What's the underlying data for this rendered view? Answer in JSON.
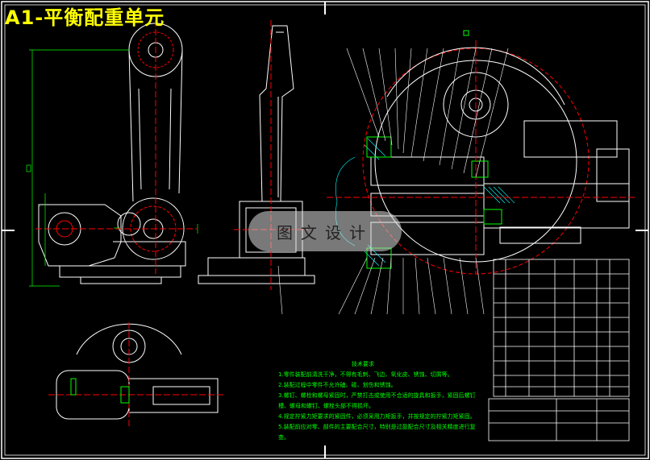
{
  "drawing": {
    "title": "A1-平衡配重单元",
    "watermark": "图文设计",
    "tech_requirements": {
      "heading": "技术要求",
      "items": [
        "1.零件装配前清洗干净，不得有毛刺、飞边、氧化皮、锈蚀、切屑等。",
        "2.装配过程中零件不允许磕、碰、划伤和锈蚀。",
        "3.螺钉、螺栓和螺母紧固时，严禁打击或使用不合适的旋具和扳手，紧固后螺钉槽、螺母和螺钉、螺栓头部不得损坏。",
        "4.规定拧紧力矩要求的紧固件，必须采用力矩扳手，并按规定的拧紧力矩紧固。",
        "5.装配前应对零、部件的主要配合尺寸，特别是过盈配合尺寸及相关精度进行复查。"
      ]
    },
    "colors": {
      "background": "#000000",
      "outline": "#ffffff",
      "center_lines": "#ff0000",
      "dimensions": "#00ff00",
      "hatch": "#00ffff",
      "title_text": "#ffff00"
    }
  }
}
